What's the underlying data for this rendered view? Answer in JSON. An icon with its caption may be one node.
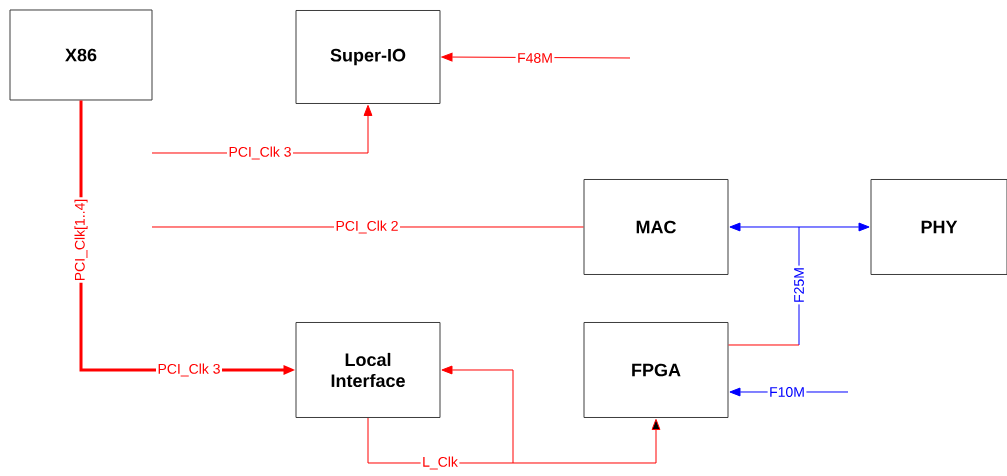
{
  "diagram": {
    "nodes": [
      {
        "text": [
          "X86"
        ]
      },
      {
        "text": [
          "Super-IO"
        ]
      },
      {
        "text": [
          "MAC"
        ]
      },
      {
        "text": [
          "PHY"
        ]
      },
      {
        "text": [
          "Local Interface"
        ]
      },
      {
        "text": [
          "FPGA"
        ]
      }
    ],
    "edges": [
      {
        "from": null,
        "to": 1,
        "arrow": "to",
        "label": "PCI_Clk 3"
      },
      {
        "from": null,
        "to": 1,
        "arrow": "to",
        "label": "F48M"
      },
      {
        "from": null,
        "to": 2,
        "arrow": "none",
        "label": "PCI_Clk 2"
      },
      {
        "from": 0,
        "to": 4,
        "arrow": "to",
        "label": "PCI_Clk[1..4]",
        "style": "thick"
      },
      {
        "from": 5,
        "to": 2,
        "arrow": "to",
        "label": "F25M",
        "color": "#0000ff"
      },
      {
        "from": 5,
        "to": 3,
        "arrow": "to",
        "color": "#0000ff"
      },
      {
        "from": null,
        "to": 5,
        "arrow": "to",
        "label": "F10M",
        "color": "#0000ff"
      },
      {
        "from": 4,
        "to": 4,
        "arrow": "to",
        "label": "L_Clk"
      },
      {
        "from": 4,
        "to": 5,
        "arrow": "to"
      }
    ],
    "labels": [
      "PCI_Clk 3"
    ]
  }
}
